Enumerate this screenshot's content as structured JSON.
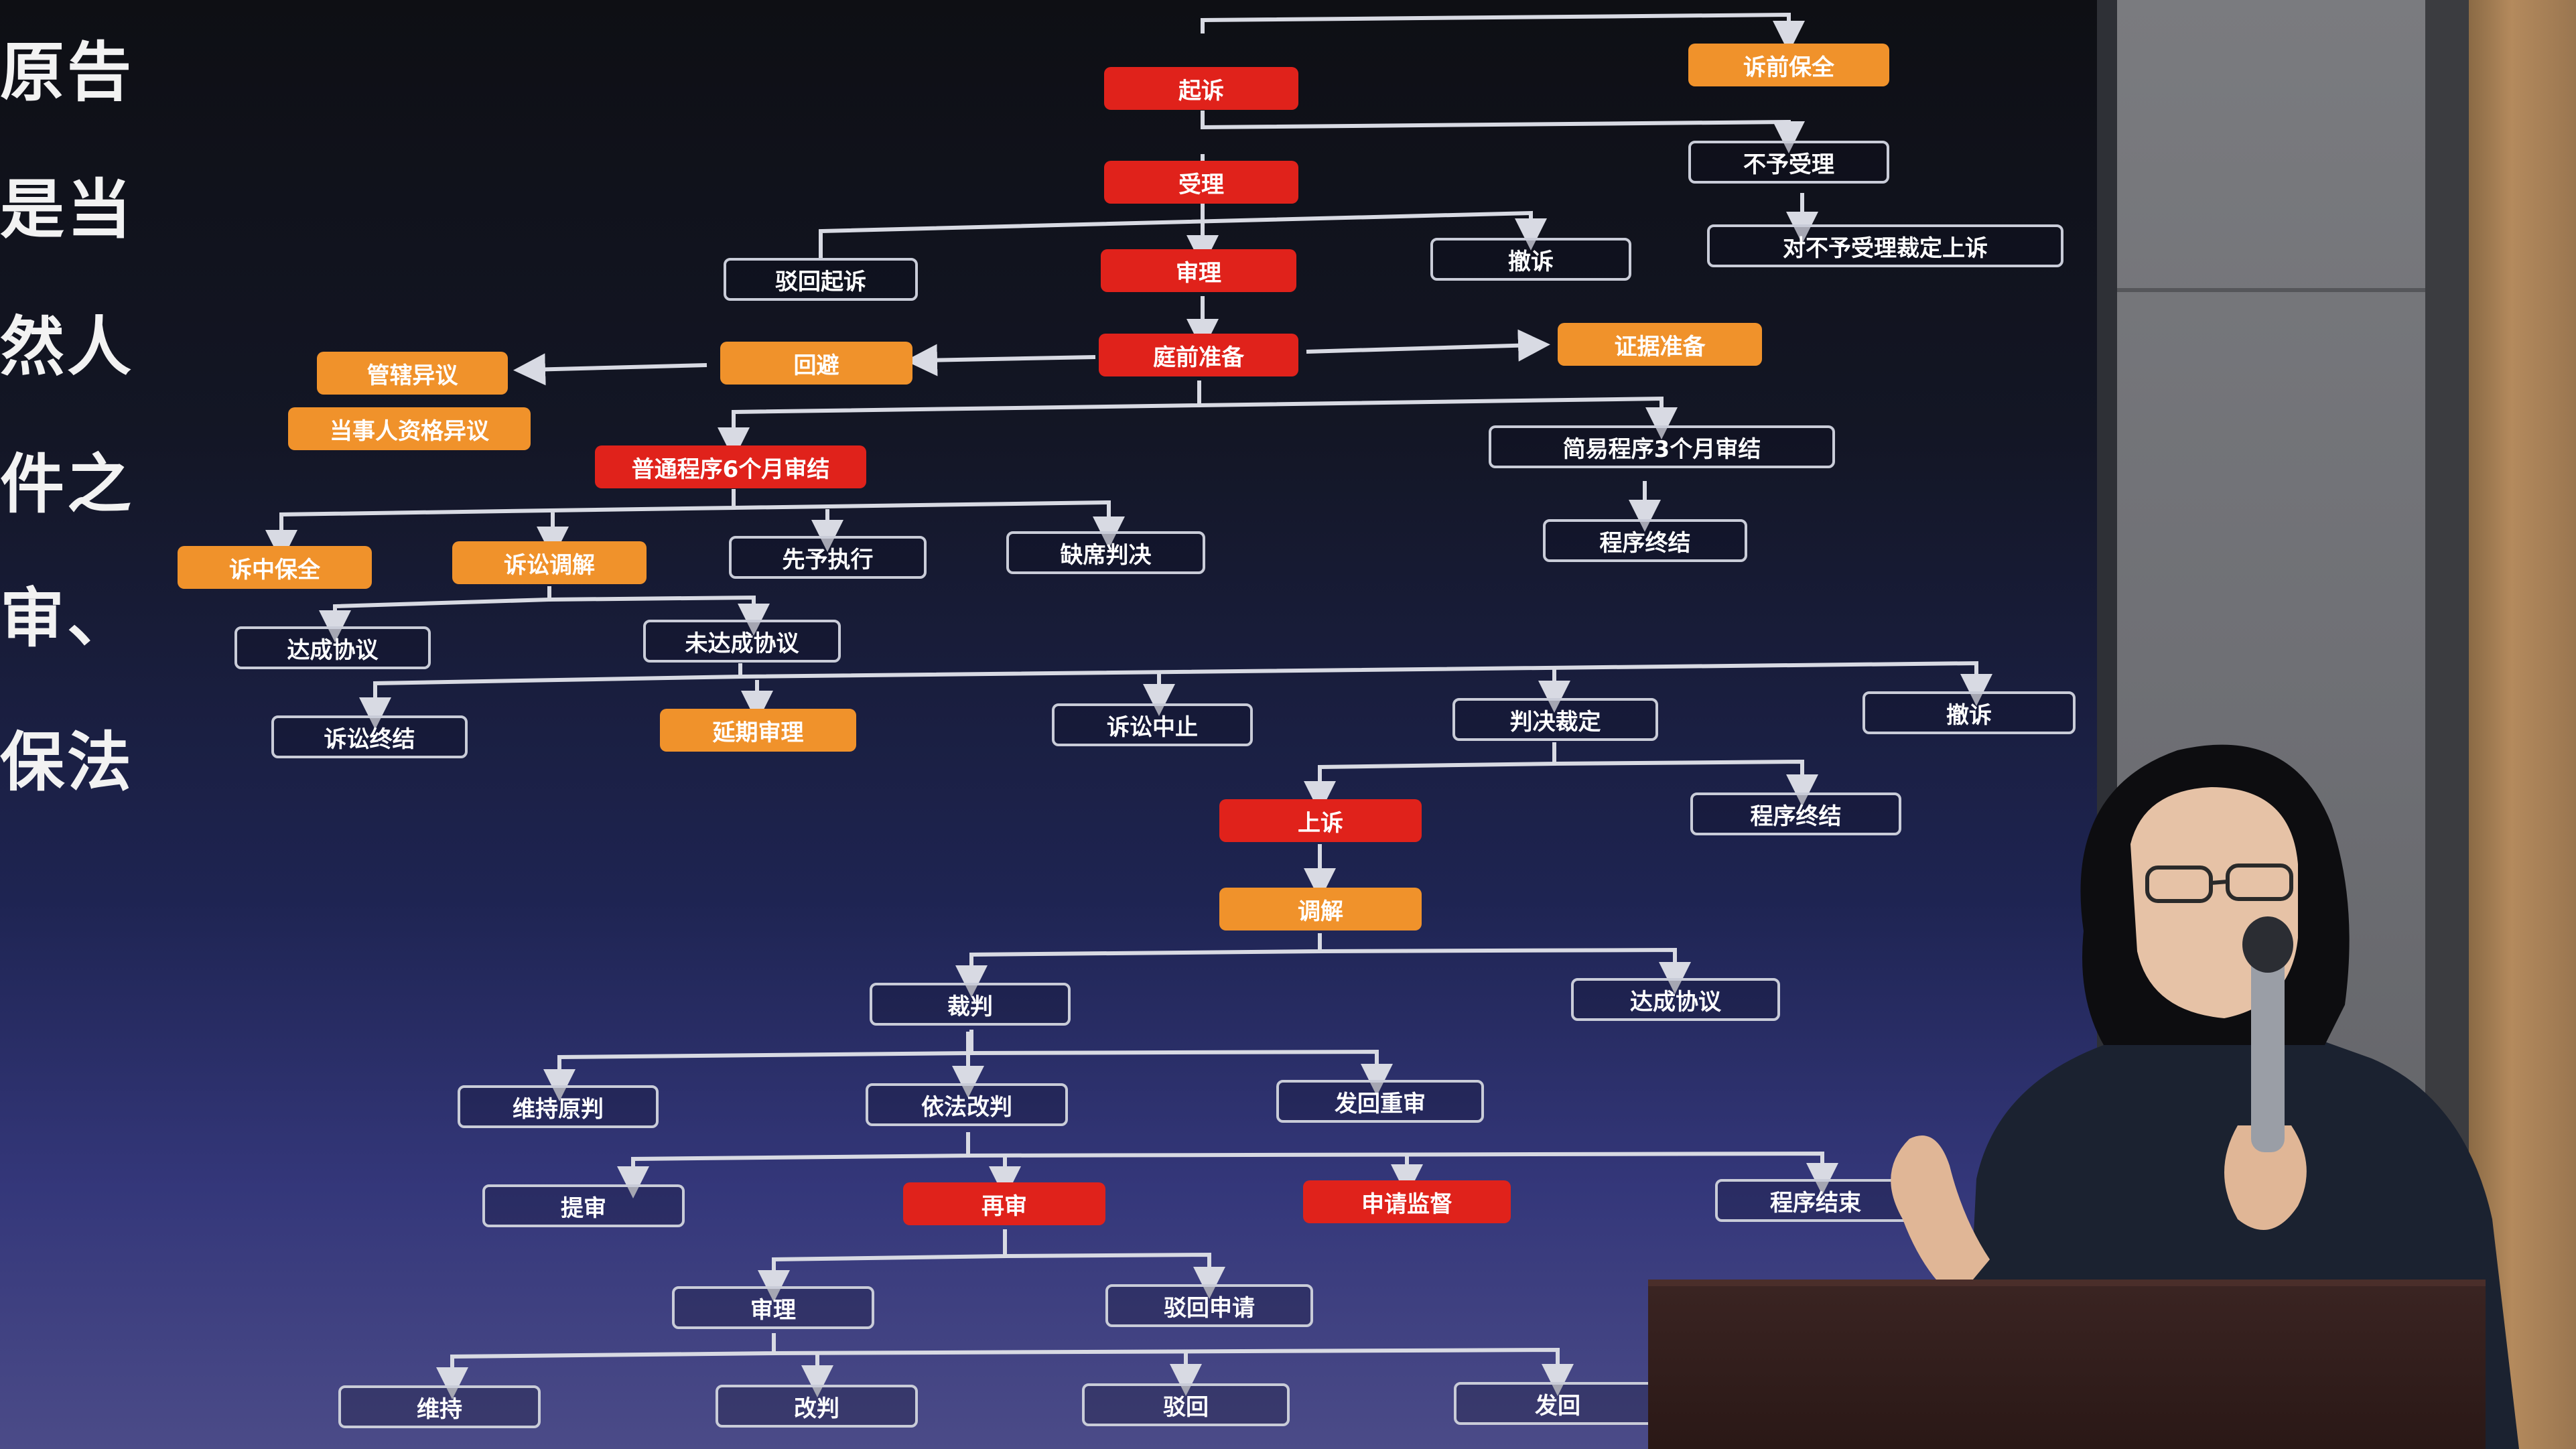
{
  "side_text": [
    "原告",
    "是当",
    "然人",
    "件之",
    "审、",
    "保法"
  ],
  "flowchart": {
    "nodes": {
      "qisu": "起诉",
      "suqianbaoquan": "诉前保全",
      "shouli": "受理",
      "buyushouli": "不予受理",
      "bohuiqisu": "驳回起诉",
      "shenli_top": "审理",
      "chesu_top": "撤诉",
      "duibuyu": "对不予受理裁定上诉",
      "guanxiayiyi": "管辖异议",
      "huibi": "回避",
      "tingqianzhunbei": "庭前准备",
      "zhengjuzhunbei": "证据准备",
      "dangshirenzige": "当事人资格异议",
      "putongchengxu": "普通程序6个月审结",
      "jianyichengxu": "简易程序3个月审结",
      "suzhongbaoquan": "诉中保全",
      "susongtiaojie": "诉讼调解",
      "xianyuzhixing": "先予执行",
      "queXipanjue": "缺席判决",
      "chengxuzhongjie_1": "程序终结",
      "dachengxieyi_1": "达成协议",
      "weidachengxieyi": "未达成协议",
      "susongzhongjie": "诉讼终结",
      "yanqishenli": "延期审理",
      "susongzhongzhi": "诉讼中止",
      "panjuecaiding": "判决裁定",
      "chesu_mid": "撤诉",
      "shangsu": "上诉",
      "chengxuzhongjie_2": "程序终结",
      "tiaojie": "调解",
      "caipan": "裁判",
      "dachengxieyi_2": "达成协议",
      "weichiyuanpan": "维持原判",
      "yifagaipan": "依法改判",
      "fahuichongshen": "发回重审",
      "tishen": "提审",
      "zaishen": "再审",
      "shenqingjiandu": "申请监督",
      "chengxujieshu": "程序结束",
      "shenli_bottom": "审理",
      "bohuishenqing": "驳回申请",
      "weichi": "维持",
      "gaipan": "改判",
      "bohui": "驳回",
      "fahui": "发回"
    }
  },
  "colors": {
    "red": "#e0221b",
    "orange": "#f0922b",
    "outline": "#c9ccd8",
    "line": "#d8dae3"
  }
}
